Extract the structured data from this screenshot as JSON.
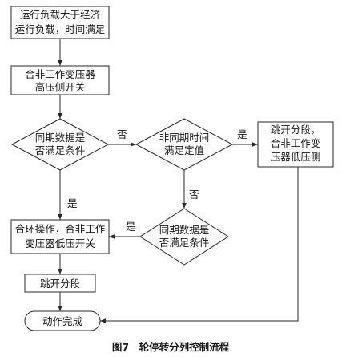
{
  "nodes": {
    "start": {
      "lines": [
        "运行负载大于经济",
        "运行负载，时间满足"
      ]
    },
    "close_hv": {
      "lines": [
        "合非工作变压器",
        "高压侧开关"
      ]
    },
    "sync_check_1": {
      "lines": [
        "同期数据是",
        "否满足条件"
      ]
    },
    "non_sync_time": {
      "lines": [
        "非同期时间",
        "满足定值"
      ]
    },
    "trip_lv": {
      "lines": [
        "跳开分段，",
        "合非工作变",
        "压器低压侧"
      ]
    },
    "loop_close": {
      "lines": [
        "合环操作，合非工作",
        "变压器低压开关"
      ]
    },
    "sync_check_2": {
      "lines": [
        "同期数据是",
        "否满足条件"
      ]
    },
    "trip_section": {
      "lines": [
        "跳开分段"
      ]
    },
    "done": {
      "lines": [
        "动作完成"
      ]
    }
  },
  "edge_labels": {
    "sync1_no": "否",
    "nonsync_yes": "是",
    "sync1_yes": "是",
    "nonsync_no": "否",
    "sync2_yes": "是"
  },
  "caption": "图7　轮停转分列控制流程"
}
